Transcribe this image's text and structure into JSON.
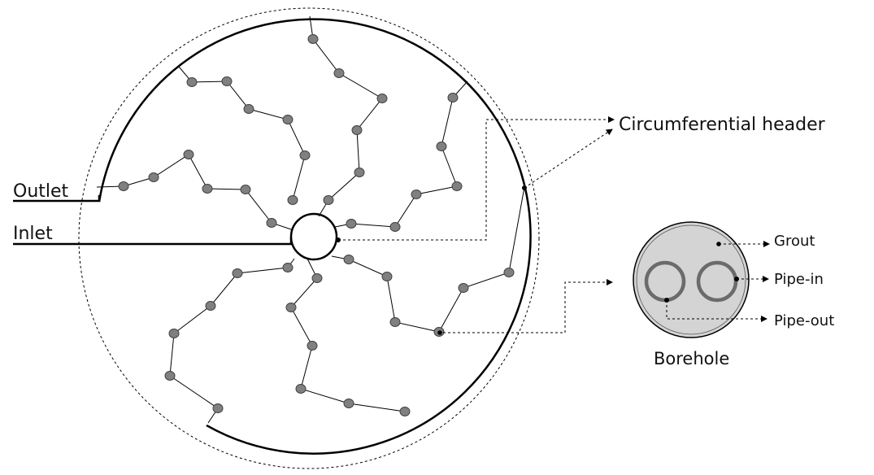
{
  "labels": {
    "outlet": "Outlet",
    "inlet": "Inlet",
    "header": "Circumferential header",
    "grout": "Grout",
    "pipe_in": "Pipe-in",
    "pipe_out": "Pipe-out",
    "borehole": "Borehole"
  },
  "colors": {
    "line": "#000000",
    "borehole_fill": "#808080",
    "grout_fill": "#d4d4d4",
    "pipe_ring": "#6b6b6b"
  }
}
